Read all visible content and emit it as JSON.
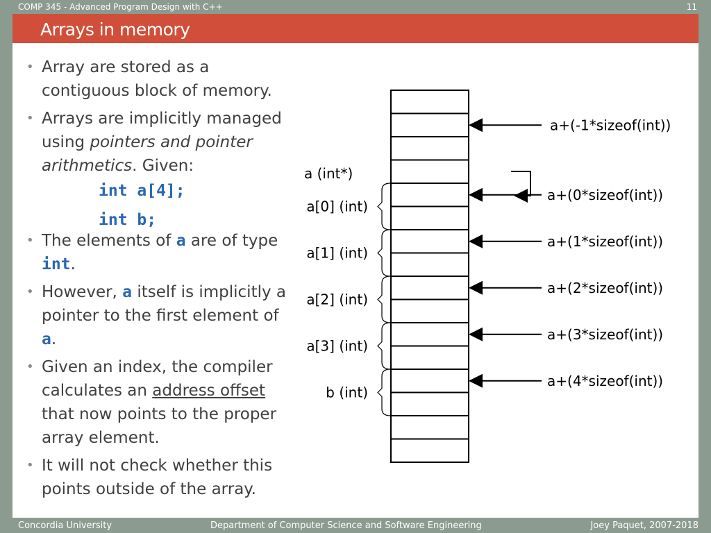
{
  "header": {
    "course": "COMP 345 - Advanced Program Design with C++",
    "page_number": "11",
    "title": "Arrays in memory"
  },
  "bullets": {
    "b1": "Array are stored as a contiguous block of memory.",
    "b2_text": "Arrays are implicitly managed using ",
    "b2_italic": "pointers and pointer arithmetics",
    "b2_tail": ". Given:",
    "code_line1": "int a[4];",
    "code_line2": "int b;",
    "b3_pre": "The elements of ",
    "b3_code1": "a",
    "b3_mid": " are of type ",
    "b3_code2": "int",
    "b3_post": ".",
    "b4_pre": "However, ",
    "b4_code1": "a",
    "b4_mid": " itself is implicitly a pointer to the first element of ",
    "b4_code2": "a",
    "b4_post": ".",
    "b5_pre": "Given an index, the compiler calculates an ",
    "b5_underline": "address offset",
    "b5_post": " that now points to the proper array element.",
    "b6": "It will not check whether this points outside of the array."
  },
  "diagram": {
    "pointer_label": "a (int*)",
    "element_labels": [
      "a[0] (int)",
      "a[1] (int)",
      "a[2] (int)",
      "a[3] (int)",
      "b (int)"
    ],
    "address_labels": [
      "a+(-1*sizeof(int))",
      "a+(0*sizeof(int))",
      "a+(1*sizeof(int))",
      "a+(2*sizeof(int))",
      "a+(3*sizeof(int))",
      "a+(4*sizeof(int))"
    ]
  },
  "footer": {
    "left": "Concordia University",
    "center": "Department of Computer Science and Software Engineering",
    "right": "Joey Paquet, 2007-2018"
  }
}
